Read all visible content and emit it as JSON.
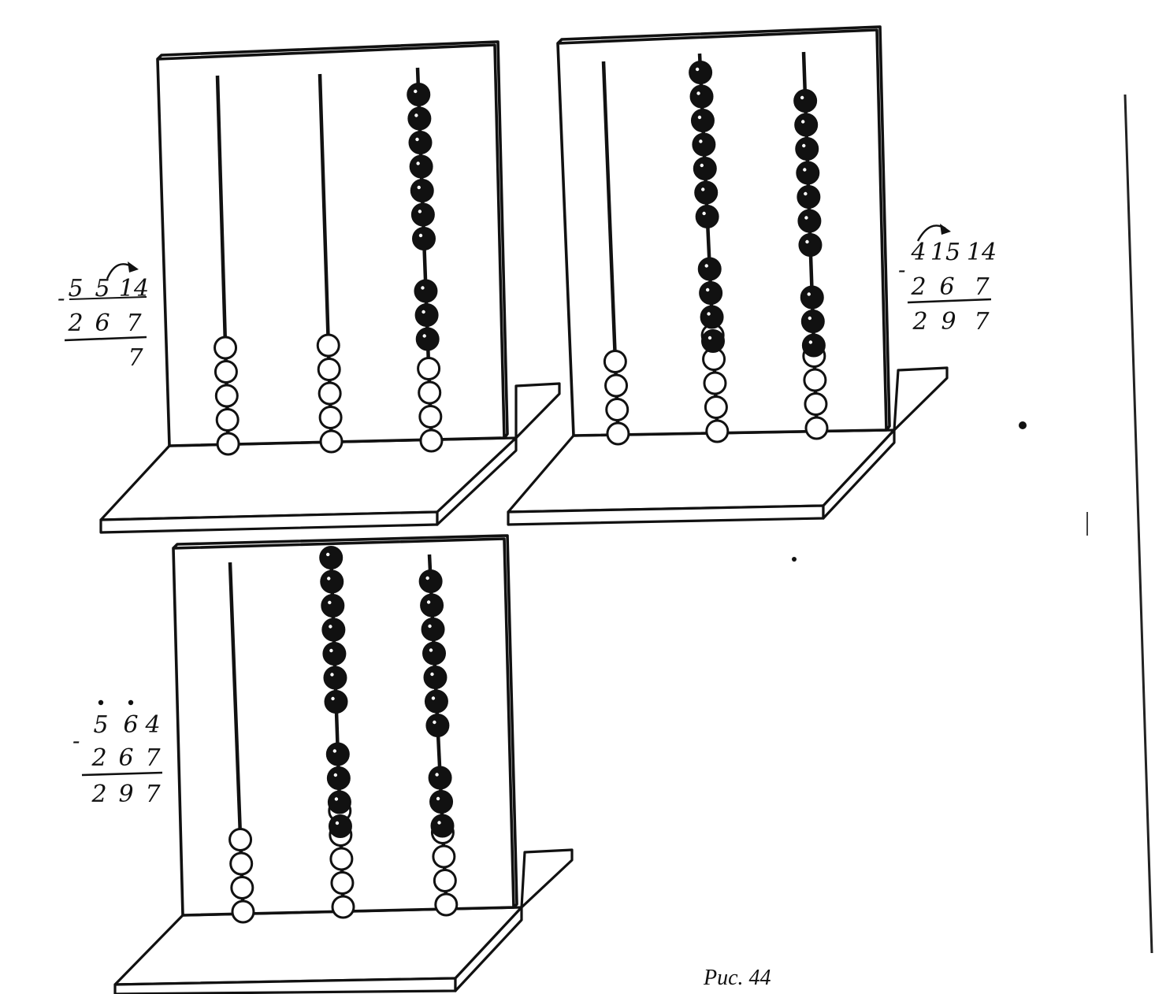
{
  "figure": {
    "caption": "Рис. 44",
    "colors": {
      "ink": "#111111",
      "paper": "#ffffff"
    }
  },
  "panels": [
    {
      "id": "left-top",
      "rods": [
        {
          "white": 5,
          "black": 0
        },
        {
          "white": 5,
          "black": 0
        },
        {
          "white": 4,
          "black": 10
        }
      ],
      "calc": {
        "minus": "-",
        "top": [
          "5",
          "5",
          "14"
        ],
        "subtrahend": [
          "2",
          "6",
          "7"
        ],
        "result": [
          "",
          "",
          "7"
        ],
        "borrow_arrow": true,
        "dots": [
          false,
          false,
          false
        ]
      }
    },
    {
      "id": "right-top",
      "rods": [
        {
          "white": 4,
          "black": 0
        },
        {
          "white": 5,
          "black": 11
        },
        {
          "white": 4,
          "black": 10
        }
      ],
      "calc": {
        "minus": "-",
        "top": [
          "4",
          "15",
          "14"
        ],
        "subtrahend": [
          "2",
          "6",
          "7"
        ],
        "result": [
          "2",
          "9",
          "7"
        ],
        "borrow_arrow": true,
        "dots": [
          false,
          false,
          false
        ]
      }
    },
    {
      "id": "bottom",
      "rods": [
        {
          "white": 4,
          "black": 0
        },
        {
          "white": 5,
          "black": 11
        },
        {
          "white": 4,
          "black": 10
        }
      ],
      "calc": {
        "minus": "-",
        "top": [
          "5",
          "6",
          "4"
        ],
        "subtrahend": [
          "2",
          "6",
          "7"
        ],
        "result": [
          "2",
          "9",
          "7"
        ],
        "borrow_arrow": false,
        "dots": [
          true,
          true,
          false
        ]
      }
    }
  ]
}
